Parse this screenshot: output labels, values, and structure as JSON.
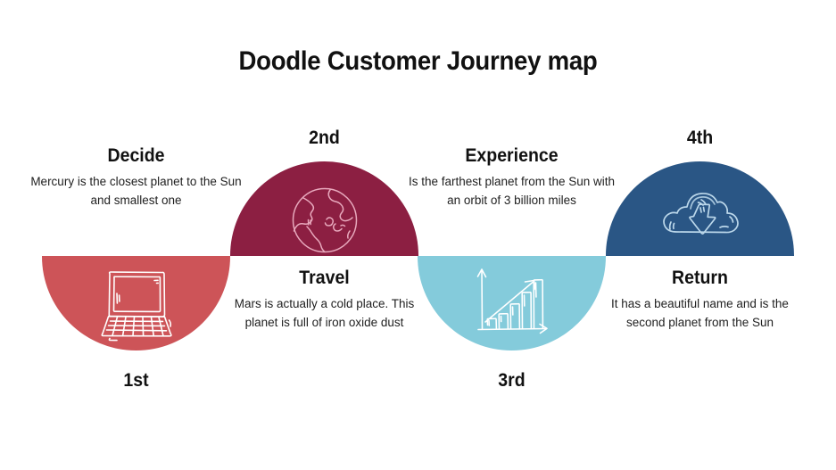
{
  "title": "Doodle Customer Journey map",
  "palette": {
    "stage1": "#CD5458",
    "stage2": "#8C1F42",
    "stage3": "#84CBDB",
    "stage4": "#2A5685",
    "background": "#FFFFFF",
    "text": "#111111",
    "doodle_stroke": "#FFFFFF"
  },
  "stages": [
    {
      "ordinal": "1st",
      "heading": "Decide",
      "description": "Mercury is the closest planet to the Sun and smallest one",
      "icon": "laptop-icon",
      "color": "#CD5458",
      "half": "bottom",
      "text_position": "above",
      "ordinal_position": "bottom"
    },
    {
      "ordinal": "2nd",
      "heading": "Travel",
      "description": "Mars is actually a cold place. This planet is full of iron oxide dust",
      "icon": "globe-icon",
      "color": "#8C1F42",
      "half": "top",
      "text_position": "below",
      "ordinal_position": "top"
    },
    {
      "ordinal": "3rd",
      "heading": "Experience",
      "description": "Is the farthest planet from the Sun with an orbit of 3 billion miles",
      "icon": "growth-bar-chart-icon",
      "color": "#84CBDB",
      "half": "bottom",
      "text_position": "above",
      "ordinal_position": "bottom"
    },
    {
      "ordinal": "4th",
      "heading": "Return",
      "description": "It has a beautiful name and is the second planet from the Sun",
      "icon": "cloud-download-icon",
      "color": "#2A5685",
      "half": "top",
      "text_position": "below",
      "ordinal_position": "top"
    }
  ]
}
